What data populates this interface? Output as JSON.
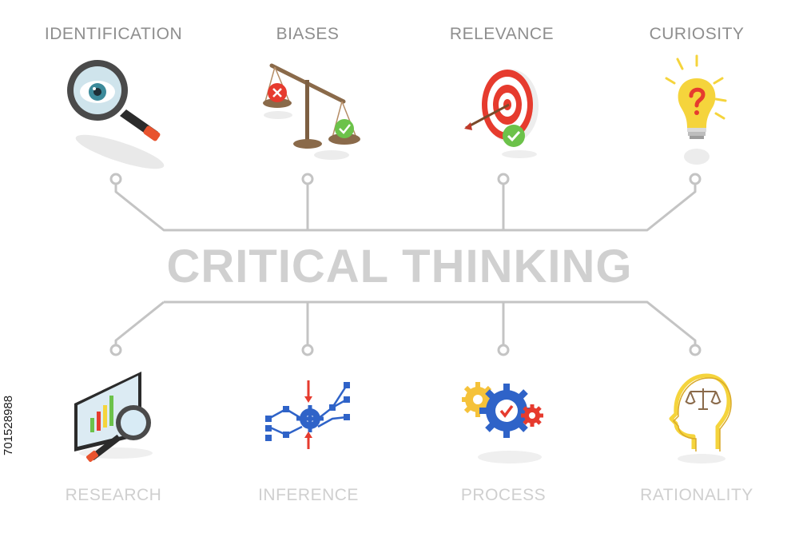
{
  "title": "CRITICAL THINKING",
  "top_items": [
    {
      "label": "IDENTIFICATION",
      "icon": "magnifier-eye-icon"
    },
    {
      "label": "BIASES",
      "icon": "balance-scale-icon"
    },
    {
      "label": "RELEVANCE",
      "icon": "target-arrow-icon"
    },
    {
      "label": "CURIOSITY",
      "icon": "question-bulb-icon"
    }
  ],
  "bottom_items": [
    {
      "label": "RESEARCH",
      "icon": "monitor-chart-magnifier-icon"
    },
    {
      "label": "INFERENCE",
      "icon": "network-gear-icon"
    },
    {
      "label": "PROCESS",
      "icon": "gears-check-icon"
    },
    {
      "label": "RATIONALITY",
      "icon": "head-scales-icon"
    }
  ],
  "watermark_id": "701528988",
  "colors": {
    "connector": "#c4c4c4",
    "title": "#d0d0d0",
    "top_label": "#8e8e8e",
    "bottom_label": "#cfcfcf",
    "red": "#e63b2e",
    "green": "#6cc24a",
    "blue": "#2f63c8",
    "yellow": "#f5d43c"
  }
}
